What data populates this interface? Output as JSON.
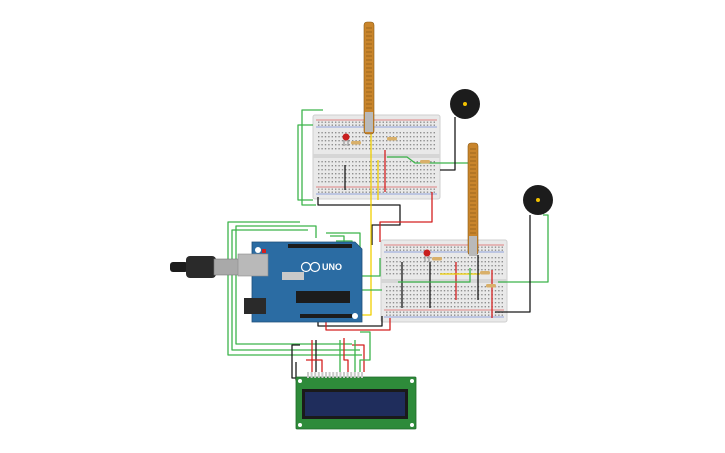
{
  "arduino": {
    "brand_label": "UNO"
  },
  "colors": {
    "wire_green": "#3cb44b",
    "wire_red": "#d42020",
    "wire_black": "#1a1a1a",
    "wire_yellow": "#f0d000",
    "arduino_board": "#2b6ca3",
    "breadboard": "#e9e9e9",
    "lcd_pcb": "#2e8b3a",
    "lcd_screen": "#1f2d5c",
    "flex_sensor": "#c9852b",
    "buzzer": "#1c1c1c"
  },
  "components": [
    "breadboard-top",
    "breadboard-bottom",
    "arduino-uno",
    "flex-sensor-top",
    "flex-sensor-bottom",
    "piezo-buzzer-top",
    "piezo-buzzer-bottom",
    "lcd-16x2",
    "usb-cable"
  ]
}
